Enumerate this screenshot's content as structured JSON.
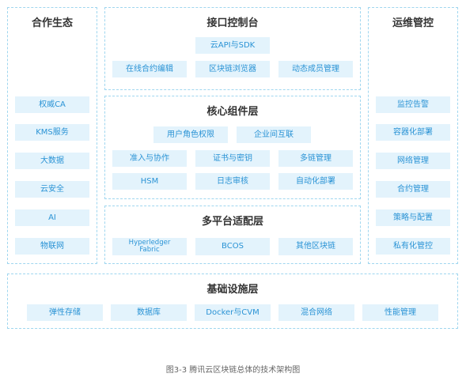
{
  "left_panel": {
    "title": "合作生态",
    "items": [
      "权威CA",
      "KMS服务",
      "大数据",
      "云安全",
      "AI",
      "物联网"
    ]
  },
  "right_panel": {
    "title": "运维管控",
    "items": [
      "监控告警",
      "容器化部署",
      "网络管理",
      "合约管理",
      "策略与配置",
      "私有化管控"
    ]
  },
  "interface_layer": {
    "title": "接口控制台",
    "top_item": "云API与SDK",
    "items": [
      "在线合约编辑",
      "区块链浏览器",
      "动态成员管理"
    ]
  },
  "core_layer": {
    "title": "核心组件层",
    "row1": [
      "用户角色权限",
      "企业间互联"
    ],
    "row2": [
      "准入与协作",
      "证书与密钥",
      "多链管理"
    ],
    "row3": [
      "HSM",
      "日志审核",
      "自动化部署"
    ]
  },
  "adapter_layer": {
    "title": "多平台适配层",
    "items": [
      "Hyperledger Fabric",
      "BCOS",
      "其他区块链"
    ]
  },
  "infra_layer": {
    "title": "基础设施层",
    "items": [
      "弹性存储",
      "数据库",
      "Docker与CVM",
      "混合网络",
      "性能管理"
    ]
  },
  "caption": "图3-3  腾讯云区块链总体的技术架构图",
  "colors": {
    "border": "#9fd6ef",
    "chip_bg": "#e3f3fc",
    "chip_text": "#2a93d5",
    "title_text": "#333333"
  }
}
